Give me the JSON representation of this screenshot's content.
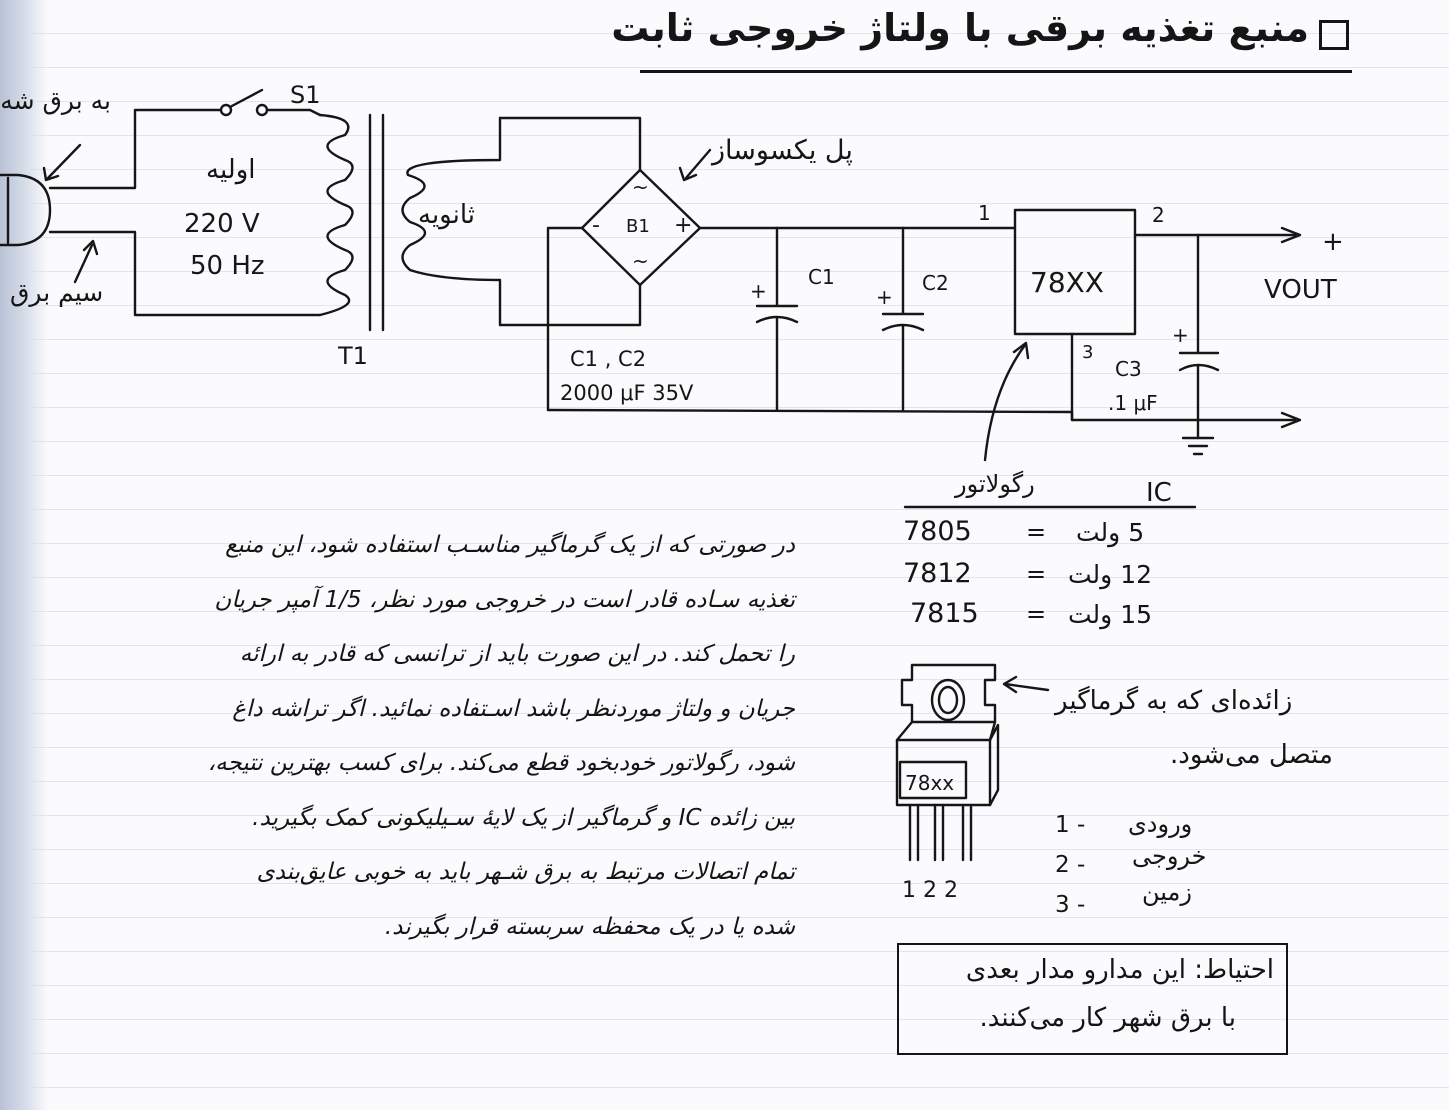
{
  "title": "منبع تغذیه برقی با ولتاژ خروجی ثابت",
  "schematic": {
    "plug_label_top": "به برق شه",
    "plug_label_bottom": "سیم برق",
    "switch": "S1",
    "primary": "اولیه",
    "primary_voltage": "220 V",
    "primary_freq": "50 Hz",
    "transformer": "T1",
    "secondary": "ثانویه",
    "bridge_label": "پل یکسوساز",
    "bridge": "B1",
    "bridge_minus": "-",
    "bridge_plus": "+",
    "bridge_ac": "~",
    "c1": "C1",
    "c2": "C2",
    "c1c2_label": "C1 , C2",
    "c1c2_value": "2000 μF 35V",
    "regulator": "78XX",
    "pin1": "1",
    "pin2": "2",
    "pin3": "3",
    "c3": "C3",
    "c3_value": ".1 μF",
    "vout": "VOUT",
    "vout_plus": "+",
    "regulator_label": "رگولاتور"
  },
  "ic_table": {
    "header_ic": "IC",
    "header_reg": "رگولاتور",
    "rows": [
      {
        "ic": "7805",
        "eq": "=",
        "volt": "5 ولت"
      },
      {
        "ic": "7812",
        "eq": "=",
        "volt": "12 ولت"
      },
      {
        "ic": "7815",
        "eq": "=",
        "volt": "15 ولت"
      }
    ]
  },
  "package": {
    "body_label": "78xx",
    "tab_note_1": "زائده‌ای که به گرماگیر",
    "tab_note_2": "متصل می‌شود.",
    "pins_numbers": "1  2  2",
    "pins": [
      {
        "num": "1 -",
        "name": "ورودی"
      },
      {
        "num": "2 -",
        "name": "خروجی"
      },
      {
        "num": "3 -",
        "name": "زمین"
      }
    ]
  },
  "paragraph": [
    "در صورتی که از یک گرماگیر مناسـب استفاده شود، این منبع",
    "تغذیه سـاده قادر است در خروجی مورد نظر، 1/5 آمپر جریان",
    "را تحمل کند. در این صورت باید از ترانسی که قادر به ارائه",
    "جریان و ولتاژ موردنظر باشد اسـتفاده نمائید. اگر تراشه داغ",
    "شود، رگولاتور خودبخود قطع می‌کند. برای کسب بهترین نتیجه،",
    "بین زائده IC و گرماگیر از یک لایهٔ سـیلیکونی کمک بگیرید.",
    "تمام اتصالات مرتبط به برق شـهر باید به خوبی عایق‌بندی",
    "شده یا در یک محفظه سربسته قرار بگیرند."
  ],
  "caution": {
    "line1": "احتیاط: این مدارو مدار بعدی",
    "line2": "با برق شهر کار می‌کنند."
  }
}
